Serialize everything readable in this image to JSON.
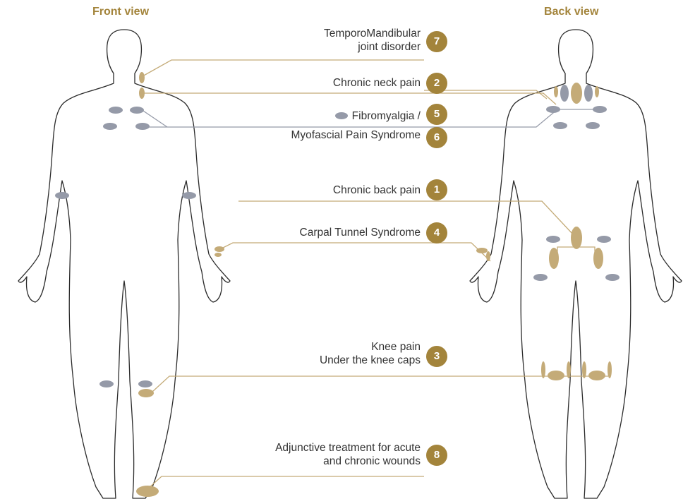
{
  "views": {
    "front": "Front view",
    "back": "Back view"
  },
  "colors": {
    "gold": "#a3843b",
    "tan": "#c4ab78",
    "gray": "#959aa8",
    "outline": "#2b2b2b",
    "text": "#333333"
  },
  "conditions": [
    {
      "number": "7",
      "line1": "TemporoMandibular",
      "line2": "joint disorder"
    },
    {
      "number": "2",
      "line1": "Chronic neck pain"
    },
    {
      "number": "5",
      "line1": "Fibromyalgia /"
    },
    {
      "number": "6",
      "line1": "Myofascial Pain Syndrome"
    },
    {
      "number": "1",
      "line1": "Chronic back pain"
    },
    {
      "number": "4",
      "line1": "Carpal Tunnel Syndrome"
    },
    {
      "number": "3",
      "line1": "Knee pain",
      "line2": "Under the knee caps"
    },
    {
      "number": "8",
      "line1": "Adjunctive treatment for acute",
      "line2": "and chronic wounds"
    }
  ]
}
